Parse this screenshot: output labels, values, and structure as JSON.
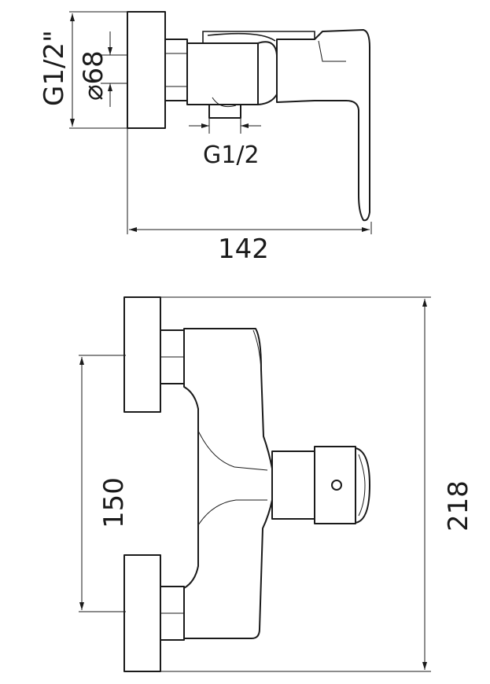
{
  "dimensions": {
    "inlet_thread_top": "G1/2\"",
    "diameter": "⌀68",
    "outlet_thread": "G1/2",
    "length": "142",
    "spacing": "150",
    "height": "218"
  },
  "colors": {
    "line": "#1a1a1a",
    "background": "#ffffff"
  }
}
